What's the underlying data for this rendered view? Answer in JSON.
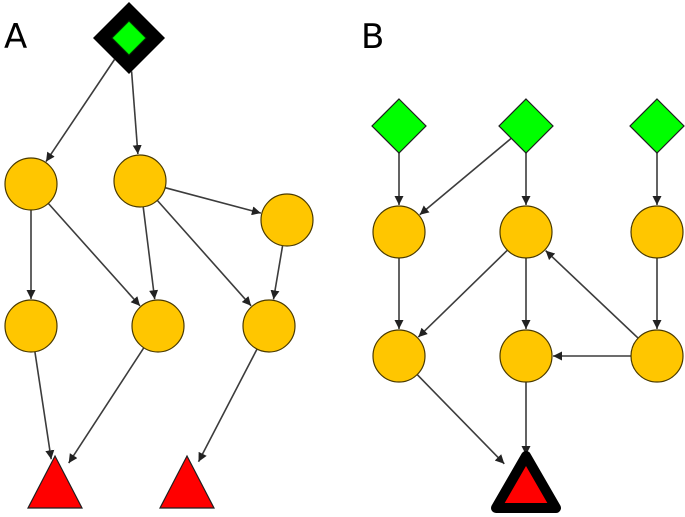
{
  "panels": [
    {
      "label": "A"
    },
    {
      "label": "B"
    }
  ],
  "colors": {
    "circle_fill": "#ffc600",
    "source_fill": "#00ff00",
    "sink_fill": "#ff0000",
    "highlight_outline": "#000000",
    "edge": "#3c3c3c"
  },
  "node_types": {
    "source": "diamond",
    "intermediate": "circle",
    "sink": "triangle"
  },
  "graph_a": {
    "nodes": [
      {
        "id": "a_src",
        "type": "source",
        "highlighted": true
      },
      {
        "id": "a_c1",
        "type": "intermediate"
      },
      {
        "id": "a_c2",
        "type": "intermediate"
      },
      {
        "id": "a_c3",
        "type": "intermediate"
      },
      {
        "id": "a_c4",
        "type": "intermediate"
      },
      {
        "id": "a_c5",
        "type": "intermediate"
      },
      {
        "id": "a_c6",
        "type": "intermediate"
      },
      {
        "id": "a_t1",
        "type": "sink"
      },
      {
        "id": "a_t2",
        "type": "sink"
      }
    ],
    "edges": [
      [
        "a_src",
        "a_c1"
      ],
      [
        "a_src",
        "a_c2"
      ],
      [
        "a_c1",
        "a_c4"
      ],
      [
        "a_c1",
        "a_c5"
      ],
      [
        "a_c2",
        "a_c5"
      ],
      [
        "a_c2",
        "a_c6"
      ],
      [
        "a_c2",
        "a_c3"
      ],
      [
        "a_c3",
        "a_c6"
      ],
      [
        "a_c4",
        "a_t1"
      ],
      [
        "a_c5",
        "a_t1"
      ],
      [
        "a_c6",
        "a_t2"
      ]
    ]
  },
  "graph_b": {
    "nodes": [
      {
        "id": "b_s1",
        "type": "source"
      },
      {
        "id": "b_s2",
        "type": "source"
      },
      {
        "id": "b_s3",
        "type": "source"
      },
      {
        "id": "b_c1",
        "type": "intermediate"
      },
      {
        "id": "b_c2",
        "type": "intermediate"
      },
      {
        "id": "b_c3",
        "type": "intermediate"
      },
      {
        "id": "b_c4",
        "type": "intermediate"
      },
      {
        "id": "b_c5",
        "type": "intermediate"
      },
      {
        "id": "b_c6",
        "type": "intermediate"
      },
      {
        "id": "b_t",
        "type": "sink",
        "highlighted": true
      }
    ],
    "edges": [
      [
        "b_s1",
        "b_c1"
      ],
      [
        "b_s2",
        "b_c1"
      ],
      [
        "b_s2",
        "b_c2"
      ],
      [
        "b_s3",
        "b_c3"
      ],
      [
        "b_c1",
        "b_c4"
      ],
      [
        "b_c2",
        "b_c4"
      ],
      [
        "b_c2",
        "b_c5"
      ],
      [
        "b_c3",
        "b_c6"
      ],
      [
        "b_c6",
        "b_c5"
      ],
      [
        "b_c6",
        "b_c2"
      ],
      [
        "b_c4",
        "b_t"
      ],
      [
        "b_c5",
        "b_t"
      ]
    ]
  }
}
